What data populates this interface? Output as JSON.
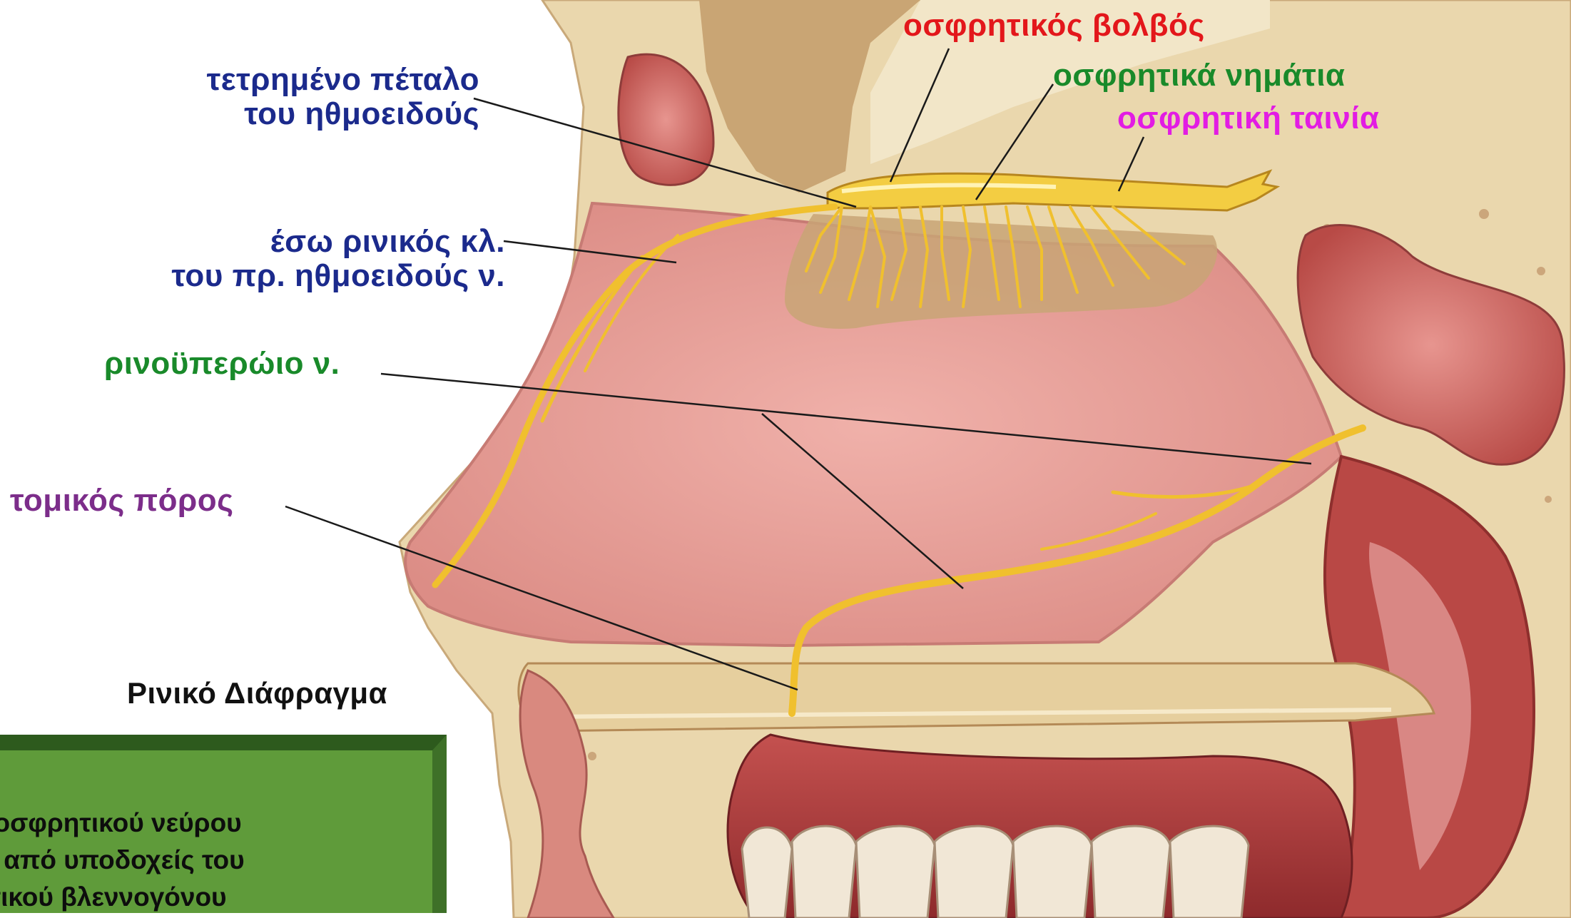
{
  "labels": {
    "olfactory_bulb": "οσφρητικός βολβός",
    "olfactory_filaments": "οσφρητικά νημάτια",
    "olfactory_stria": "οσφρητική ταινία",
    "cribriform_plate": [
      "τετρημένο πέταλο",
      "του ηθμοειδούς"
    ],
    "internal_nasal_branch": [
      "έσω ρινικός κλ.",
      "του πρ. ηθμοειδούς ν."
    ],
    "nasopalatine_nerve": "ρινοϋπερώιο ν.",
    "incisive_canal": "τομικός πόρος",
    "nasal_septum": "Ρινικό Διάφραγμα"
  },
  "caption": [
    "ς οσφρητικού νεύρου",
    "αι από υποδοχείς του",
    "ητικού βλεννογόνου"
  ],
  "colors": {
    "red_label": "#e3171b",
    "green_label": "#198a2a",
    "magenta_label": "#e21ce3",
    "navy_label": "#1b2a8c",
    "purple_label": "#7c2d8a",
    "caption_box": "#5f9b3a",
    "mucosa": "#e8a09a",
    "bone": "#ead7ad",
    "nerve": "#f2c233"
  }
}
